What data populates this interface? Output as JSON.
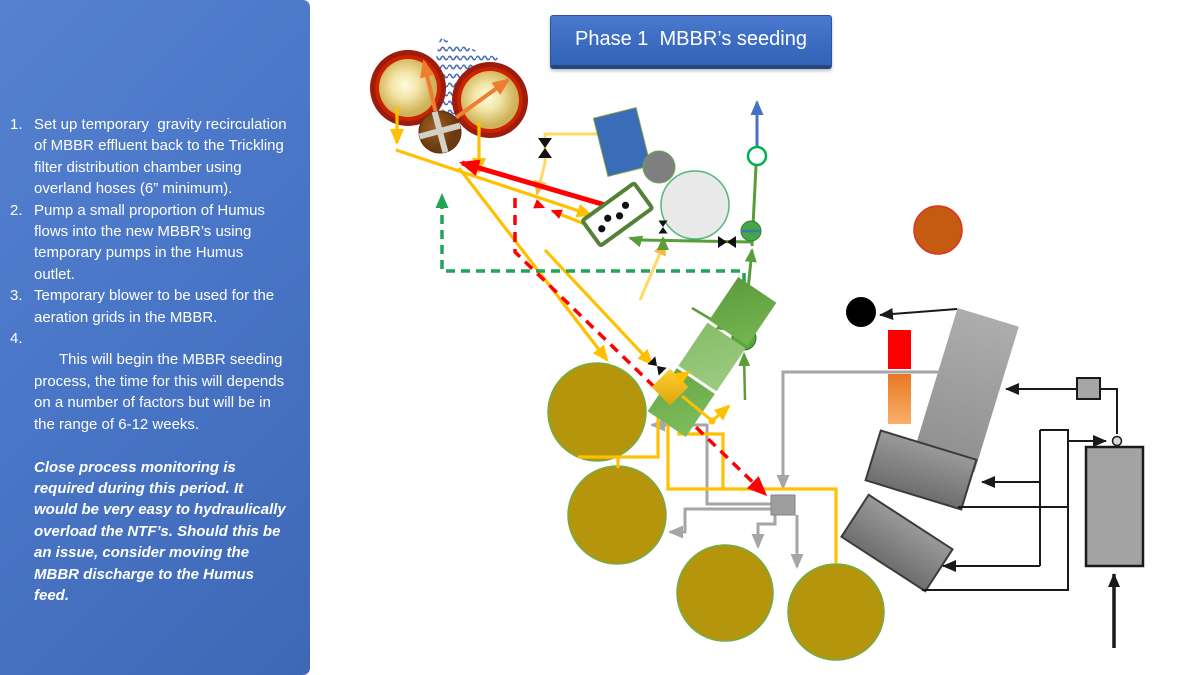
{
  "title": {
    "label": "Phase 1  MBBR’s seeding"
  },
  "sidebar": {
    "items": [
      {
        "num": "1.",
        "text": "Set up temporary  gravity recirculation of MBBR effluent back to the Trickling filter distribution chamber using overland hoses (6” minimum)."
      },
      {
        "num": "2.",
        "text": "Pump a small proportion of Humus flows into the new MBBR’s using temporary pumps in the Humus outlet."
      },
      {
        "num": "3.",
        "text": "Temporary blower to be used for the aeration grids in the MBBR."
      },
      {
        "num": "4.",
        "text": "This will begin the MBBR seeding process, the time for this will depends on a number of factors but will be in the range of 6-12 weeks.",
        "emphasis": "Close process monitoring is required during this period. It would be very easy to hydraulically overload the NTF’s. Should this be an issue, consider moving the MBBR discharge to the Humus feed."
      }
    ]
  },
  "colors": {
    "panel_blue": "#4a76c8",
    "title_blue": "#3a6bc0",
    "flow_yellow": "#ffc000",
    "flow_pale_yellow": "#ffd966",
    "flow_green": "#5a9e3a",
    "recirc_green_dashed": "#21a456",
    "flow_gray": "#a6a6a6",
    "flow_red": "#ff0000",
    "flow_blue": "#4472c4",
    "humus_tank": "#b5950b",
    "filter_ring_red": "#c00000",
    "mbbr_green": "#6aa84f",
    "chamber_brown": "#7b4a1d",
    "orange_circle": "#c55a11"
  }
}
